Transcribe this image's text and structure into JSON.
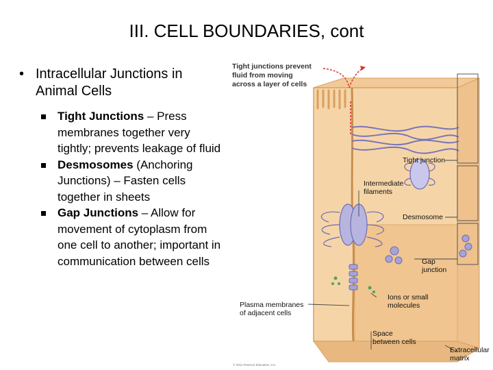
{
  "slide": {
    "title": "III.  CELL BOUNDARIES, cont",
    "bullet": "Intracellular Junctions in Animal Cells",
    "bullet_marker": "•",
    "items": [
      {
        "term": "Tight Junctions",
        "desc": " – Press membranes together very tightly; prevents leakage of fluid"
      },
      {
        "term": "Desmosomes",
        "desc": " (Anchoring Junctions) – Fasten cells together in sheets"
      },
      {
        "term": "Gap Junctions",
        "desc": " – Allow for movement of cytoplasm from one cell to another; important in communication between cells"
      }
    ]
  },
  "figure": {
    "caption_top": [
      "Tight junctions prevent",
      "fluid from moving",
      "across a layer of cells"
    ],
    "tight_junction": "Tight junction",
    "intermediate_filaments": [
      "Intermediate",
      "filaments"
    ],
    "desmosome": "Desmosome",
    "gap_junction": [
      "Gap",
      "junction"
    ],
    "ions": [
      "Ions or small",
      "molecules"
    ],
    "plasma": [
      "Plasma membranes",
      "of adjacent cells"
    ],
    "space": [
      "Space",
      "between cells"
    ],
    "ecm": [
      "Extracellular",
      "matrix"
    ],
    "copyright": "© 2011 Pearson Education, Inc.",
    "colors": {
      "cell": "#f5d5a8",
      "cell_dark": "#e8b880",
      "membrane": "#d9a05e",
      "strand": "#7a74b8",
      "arrow": "#d9342b"
    }
  }
}
